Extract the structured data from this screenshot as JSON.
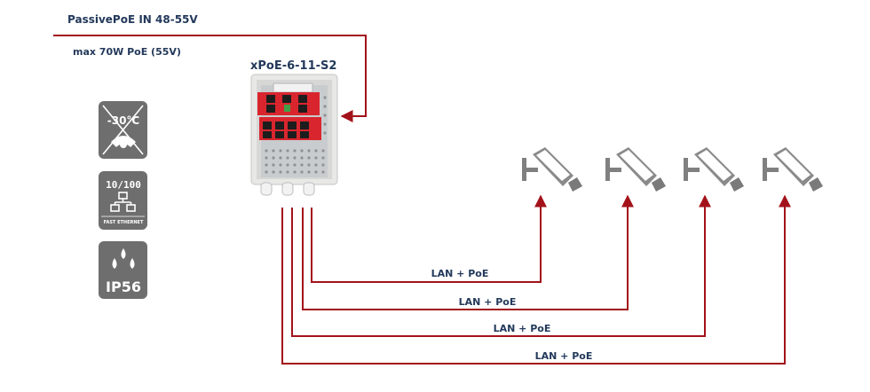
{
  "input": {
    "label": "PassivePoE IN 48-55V",
    "power_label": "max 70W PoE (55V)"
  },
  "device": {
    "model": "xPoE-6-11-S2"
  },
  "badges": [
    {
      "name": "cold-rating-badge",
      "text": "-30°C",
      "icon": "snowflake-crossed-icon"
    },
    {
      "name": "ethernet-speed-badge",
      "text": "10/100",
      "subtext": "FAST ETHERNET",
      "icon": "network-icon"
    },
    {
      "name": "ip-rating-badge",
      "text": "IP56",
      "icon": "water-drops-icon"
    }
  ],
  "links": [
    {
      "label": "LAN + PoE"
    },
    {
      "label": "LAN + PoE"
    },
    {
      "label": "LAN + PoE"
    },
    {
      "label": "LAN + PoE"
    }
  ],
  "colors": {
    "wire": "#a3121b",
    "text": "#23395b",
    "badge": "#6e6e6e",
    "camera": "#808080",
    "board": "#d9262e"
  }
}
